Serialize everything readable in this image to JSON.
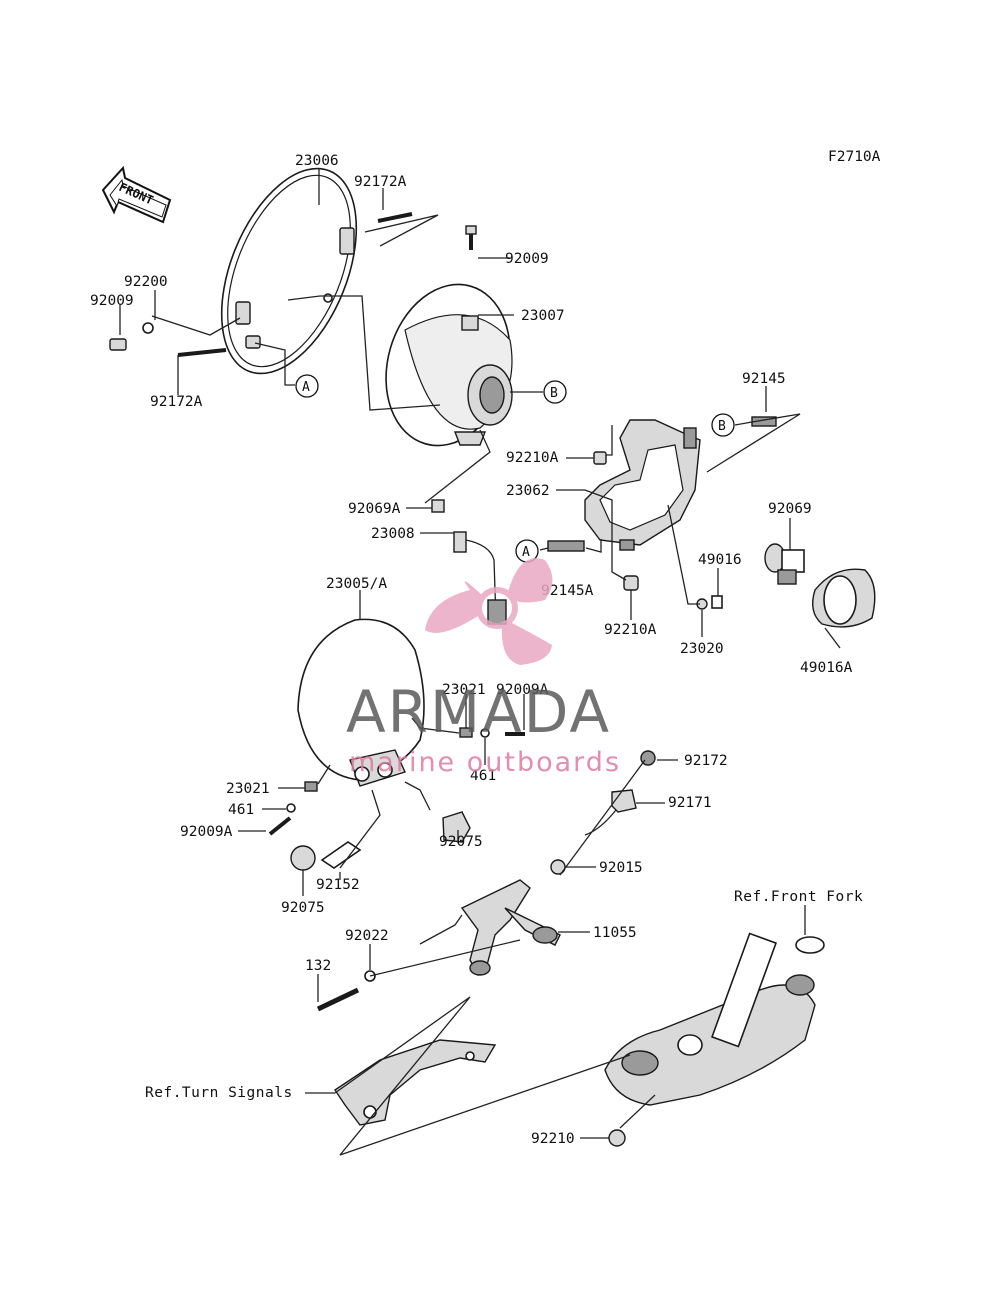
{
  "diagram_code": "F2710A",
  "front_arrow_label": "FRONT",
  "watermark": {
    "brand": "ARMADA",
    "tagline": "marine outboards",
    "brand_color": "#5a5a5a",
    "tagline_color": "#e07aa0",
    "logo_color": "#e9a9c3"
  },
  "labels": {
    "p23006": "23006",
    "p92172A_top": "92172A",
    "p92009_top": "92009",
    "p23007": "23007",
    "p92200": "92200",
    "p92009_left": "92009",
    "p92172A_left": "92172A",
    "p92145": "92145",
    "p92210A_top": "92210A",
    "p23062": "23062",
    "p92069A": "92069A",
    "p23008": "23008",
    "p92069": "92069",
    "p49016": "49016",
    "p92145A": "92145A",
    "p92210A_bot": "92210A",
    "p23020": "23020",
    "p49016A": "49016A",
    "p23005A": "23005/A",
    "p23021_top": "23021",
    "p92009A_top": "92009A",
    "p461_top": "461",
    "p92172": "92172",
    "p23021_left": "23021",
    "p461_left": "461",
    "p92009A_left": "92009A",
    "p92171": "92171",
    "p92075_mid": "92075",
    "p92015": "92015",
    "p92152": "92152",
    "p92075_bot": "92075",
    "ref_front_fork": "Ref.Front Fork",
    "p11055": "11055",
    "p92022": "92022",
    "p132": "132",
    "ref_turn_signals": "Ref.Turn Signals",
    "p92210": "92210"
  },
  "callouts": {
    "a1": "A",
    "a2": "A",
    "b1": "B",
    "b2": "B"
  }
}
